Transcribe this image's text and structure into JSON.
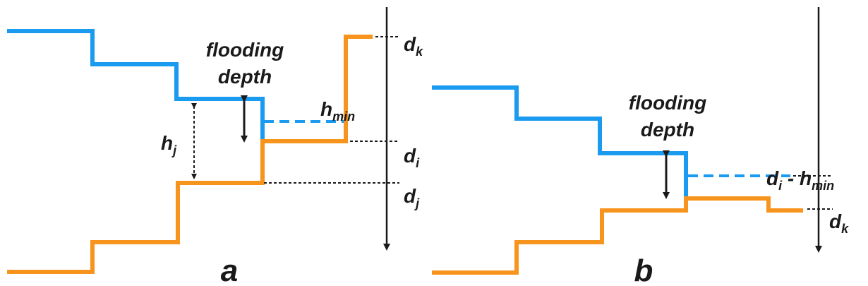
{
  "colors": {
    "blue": "#1a9bf0",
    "orange": "#f7941d",
    "ink": "#1a1a1a"
  },
  "panel_a": {
    "label": "a",
    "flooding_line1": "flooding",
    "flooding_line2": "depth",
    "h_base": "h",
    "h_sub": "j",
    "hmin_base": "h",
    "hmin_sub": "min",
    "dk_base": "d",
    "dk_sub": "k",
    "di_base": "d",
    "di_sub": "i",
    "dj_base": "d",
    "dj_sub": "j"
  },
  "panel_b": {
    "label": "b",
    "flooding_line1": "flooding",
    "flooding_line2": "depth",
    "dih_base": "d",
    "dih_sub": "i",
    "dih_minus": " - ",
    "dih_h": "h",
    "dih_hsub": "min",
    "dk_base": "d",
    "dk_sub": "k"
  }
}
